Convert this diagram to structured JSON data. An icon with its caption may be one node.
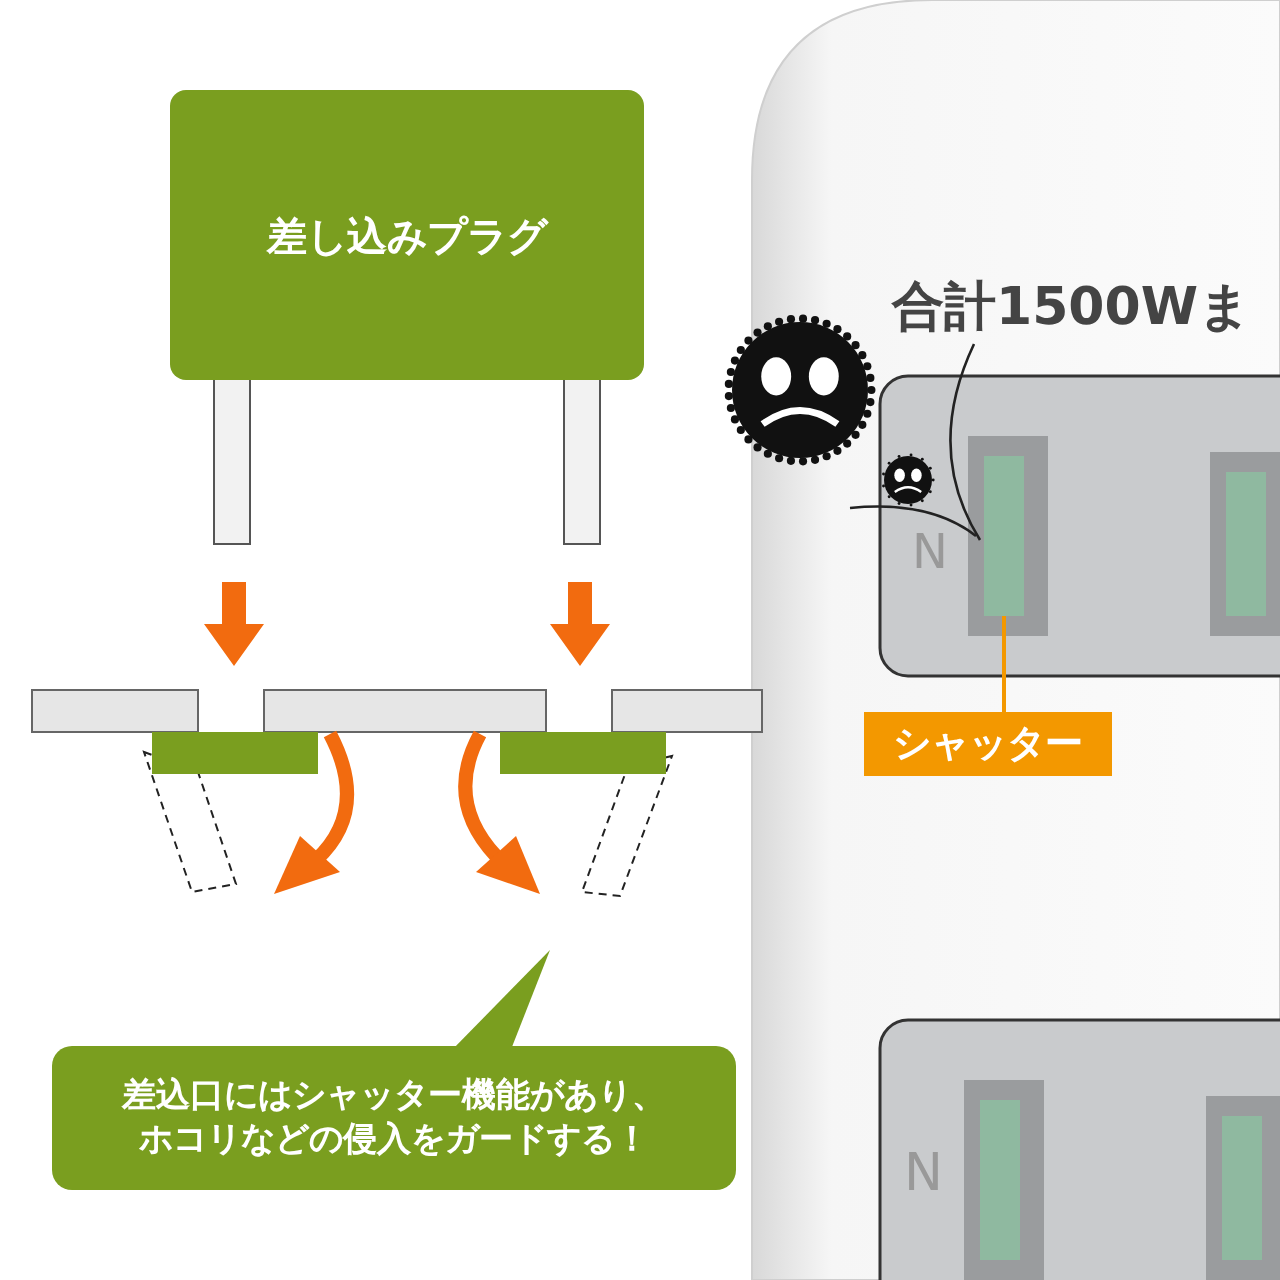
{
  "diagram": {
    "nodes": [
      {
        "text": [
          "差し込みプラグ"
        ]
      },
      {
        "text": [
          "差込口にはシャッター機能があり、ホコリなどの侵入をガードする！"
        ]
      },
      {
        "text": [
          "シャッター"
        ]
      },
      {
        "text": [],
        "shape": "box"
      }
    ],
    "edges": [
      {
        "from": 2,
        "to": 3,
        "arrow": "none"
      }
    ],
    "labels": [
      "合計1500Wま",
      "N",
      "N"
    ]
  }
}
